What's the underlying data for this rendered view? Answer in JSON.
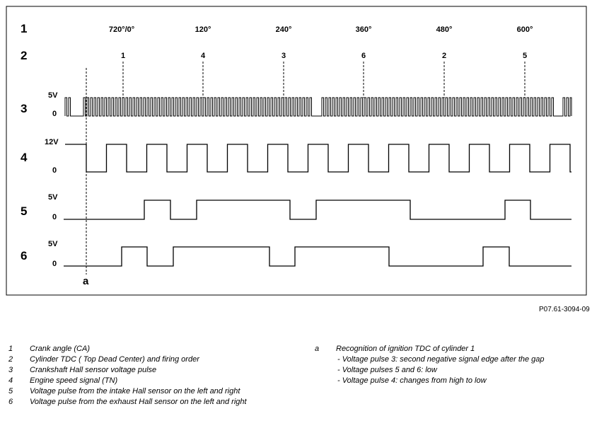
{
  "rows": {
    "r1": "1",
    "r2": "2",
    "r3": "3",
    "r4": "4",
    "r5": "5",
    "r6": "6"
  },
  "angles": [
    "720°/0°",
    "120°",
    "240°",
    "360°",
    "480°",
    "600°"
  ],
  "firing_order": [
    "1",
    "4",
    "3",
    "6",
    "2",
    "5"
  ],
  "levels": {
    "s3_high": "5V",
    "s3_low": "0",
    "s4_high": "12V",
    "s4_low": "0",
    "s5_high": "5V",
    "s5_low": "0",
    "s6_high": "5V",
    "s6_low": "0"
  },
  "marker": "a",
  "reference": "P07.61-3094-09",
  "legend": {
    "items": [
      {
        "num": "1",
        "text": "Crank angle (CA)"
      },
      {
        "num": "2",
        "text": "Cylinder TDC (  Top  Dead Center) and firing order"
      },
      {
        "num": "3",
        "text": "Crankshaft Hall sensor voltage pulse"
      },
      {
        "num": "4",
        "text": "Engine speed signal (TN)"
      },
      {
        "num": "5",
        "text": "Voltage pulse from the intake Hall sensor      on the left and right"
      },
      {
        "num": "6",
        "text": "Voltage pulse from the exhaust Hall sensor on the left and right"
      }
    ],
    "a_num": "a",
    "a_title": "Recognition of ignition TDC of cylinder 1",
    "a_points": [
      "- Voltage pulse 3: second negative signal edge after the gap",
      "- Voltage pulses 5 and 6: low",
      "- Voltage pulse 4: changes from high to low"
    ]
  },
  "signals": {
    "s4_edges_up": [
      120,
      178,
      235,
      292,
      349,
      406,
      464,
      521,
      578,
      635,
      692,
      750
    ],
    "s5_high": [
      [
        204,
        241
      ],
      [
        278,
        410
      ],
      [
        447,
        580
      ],
      [
        714,
        750
      ]
    ],
    "s6_high": [
      [
        172,
        208
      ],
      [
        245,
        381
      ],
      [
        417,
        550
      ],
      [
        683,
        720
      ]
    ]
  }
}
